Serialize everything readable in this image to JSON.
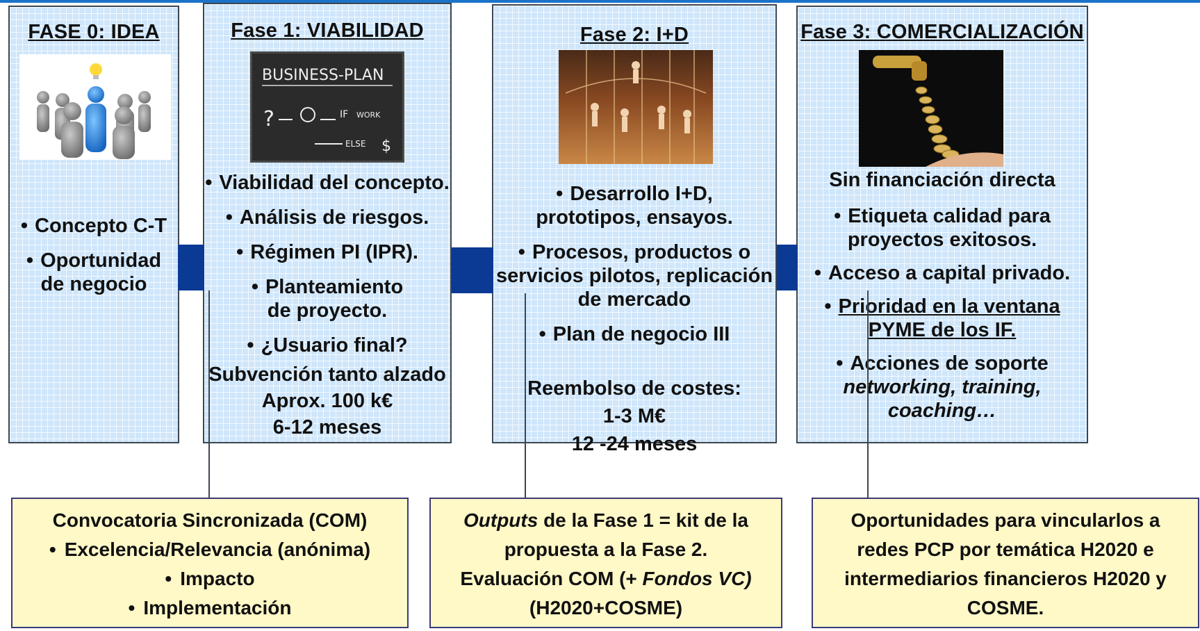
{
  "phases": [
    {
      "title": "FASE 0: IDEA",
      "image": "people-lightbulb-icon",
      "bullets": [
        "Concepto C-T",
        "Oportunidad de negocio"
      ]
    },
    {
      "title": "Fase 1: VIABILIDAD",
      "image": "business-plan-chalkboard",
      "chalkboard": {
        "title": "BUSINESS-PLAN",
        "q": "?",
        "if": "IF",
        "work": "WORK",
        "else": "ELSE",
        "dollar": "$"
      },
      "bullets": [
        "Viabilidad del concepto.",
        "Análisis de riesgos.",
        "Régimen PI (IPR).",
        "Planteamiento de proyecto.",
        "¿Usuario final?"
      ],
      "funding": [
        "Subvención tanto alzado",
        "Aprox. 100 k€",
        "6-12 meses"
      ]
    },
    {
      "title": "Fase 2: I+D",
      "image": "acrobats-photo",
      "bullets": [
        "Desarrollo I+D, prototipos, ensayos.",
        "Procesos, productos o servicios pilotos, replicación de mercado",
        "Plan de negocio III"
      ],
      "funding": [
        "Reembolso de costes:",
        "1-3 M€",
        "12 -24 meses"
      ]
    },
    {
      "title": "Fase 3: COMERCIALIZACIÓN",
      "image": "coins-faucet-photo",
      "heading": "Sin financiación directa",
      "bullets": [
        "Etiqueta calidad para proyectos exitosos.",
        "Acceso a capital privado.",
        "Prioridad en la ventana PYME de los IF."
      ],
      "support": {
        "prefix": "Acciones de soporte",
        "italic": "networking, training, coaching…"
      }
    }
  ],
  "notes": [
    {
      "title": "Convocatoria Sincronizada (COM)",
      "bullets": [
        "Excelencia/Relevancia (anónima)",
        "Impacto",
        "Implementación"
      ]
    },
    {
      "outputs_italic": "Outputs",
      "line1_rest": " de la Fase 1 = kit de la",
      "line2": "propuesta a la Fase 2.",
      "line3_a": "Evaluación COM (+ ",
      "line3_italic": "Fondos VC)",
      "line4": "(H2020+COSME)"
    },
    {
      "lines": [
        "Oportunidades para vincularlos a",
        "redes PCP por temática H2020 e",
        "intermediarios financieros H2020 y",
        "COSME."
      ]
    }
  ],
  "colors": {
    "phase_bg": "#cfe6fb",
    "connector": "#0a3a94",
    "note_bg": "#fff8c7",
    "border": "#3d4650"
  },
  "bullet_glyph": "•"
}
